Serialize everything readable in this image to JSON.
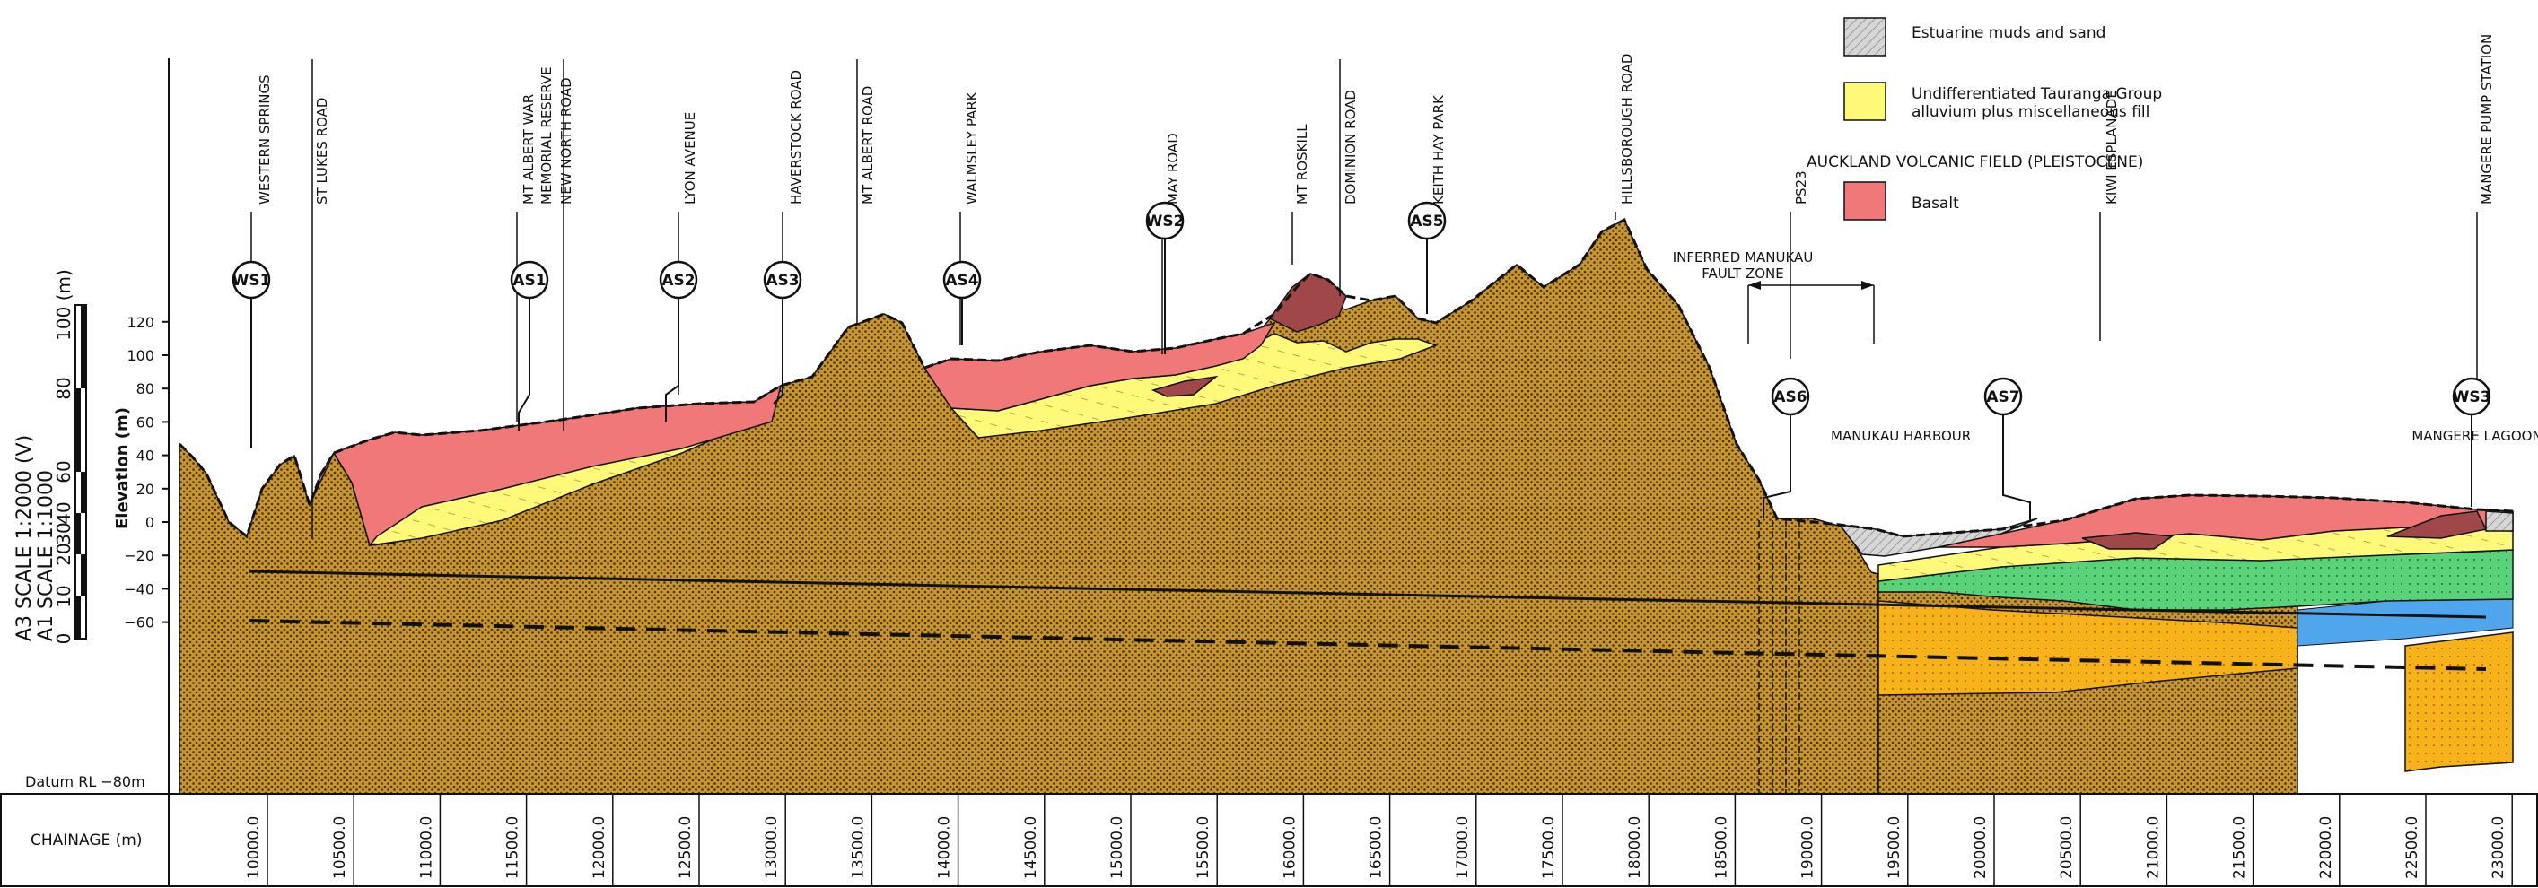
{
  "scale": {
    "a3": "A3 SCALE 1:2000 (V)",
    "a1": "A1 SCALE 1:1000",
    "bar_labels": [
      "0",
      "10",
      "20",
      "30",
      "40",
      "60",
      "80",
      "100 (m)"
    ]
  },
  "axis": {
    "ylabel": "Elevation (m)",
    "datum": "Datum   RL −80m",
    "chainage_label": "CHAINAGE (m)",
    "elev_ticks": [
      "120",
      "100",
      "80",
      "60",
      "40",
      "20",
      "0",
      "−20",
      "−40",
      "−60"
    ],
    "elev_values": [
      120,
      100,
      80,
      60,
      40,
      20,
      0,
      -20,
      -40,
      -60
    ],
    "chainage_ticks": [
      "10000.0",
      "10500.0",
      "11000.0",
      "11500.0",
      "12000.0",
      "12500.0",
      "13000.0",
      "13500.0",
      "14000.0",
      "14500.0",
      "15000.0",
      "15500.0",
      "16000.0",
      "16500.0",
      "17000.0",
      "17500.0",
      "18000.0",
      "18500.0",
      "19000.0",
      "19500.0",
      "20000.0",
      "20500.0",
      "21000.0",
      "21500.0",
      "22000.0",
      "22500.0",
      "23000.0"
    ]
  },
  "legend": {
    "items": [
      {
        "label": "Estuarine muds and sand",
        "color": "#d6d6d6"
      },
      {
        "label": "Undifferentiated Tauranga Group",
        "label2": "alluvium plus miscellaneous fill",
        "color": "#fff97a"
      },
      {
        "label": "Basalt",
        "color": "#f07878"
      }
    ],
    "avf_heading": "AUCKLAND VOLCANIC FIELD (PLEISTOCENE)"
  },
  "locations": [
    {
      "label": "WESTERN SPRINGS",
      "label2": ""
    },
    {
      "label": "ST LUKES ROAD",
      "label2": ""
    },
    {
      "label": "MT ALBERT WAR",
      "label2": "MEMORIAL RESERVE"
    },
    {
      "label": "NEW NORTH ROAD",
      "label2": ""
    },
    {
      "label": "LYON AVENUE",
      "label2": ""
    },
    {
      "label": "HAVERSTOCK ROAD",
      "label2": ""
    },
    {
      "label": "MT ALBERT ROAD",
      "label2": ""
    },
    {
      "label": "WALMSLEY PARK",
      "label2": ""
    },
    {
      "label": "MAY ROAD",
      "label2": ""
    },
    {
      "label": "MT ROSKILL",
      "label2": ""
    },
    {
      "label": "DOMINION ROAD",
      "label2": ""
    },
    {
      "label": "KEITH HAY PARK",
      "label2": ""
    },
    {
      "label": "HILLSBOROUGH ROAD",
      "label2": ""
    },
    {
      "label": "PS23",
      "label2": ""
    },
    {
      "label": "KIWI ESPLANADE",
      "label2": ""
    },
    {
      "label": "MANGERE PUMP STATION",
      "label2": ""
    }
  ],
  "shafts": [
    "WS1",
    "AS1",
    "AS2",
    "AS3",
    "AS4",
    "WS2",
    "AS5",
    "AS6",
    "AS7",
    "WS3"
  ],
  "annotations": {
    "fault_line1": "INFERRED MANUKAU",
    "fault_line2": "FAULT ZONE",
    "manukau": "MANUKAU HARBOUR",
    "mangere": "MANGERE LAGOON"
  },
  "colors": {
    "ecbf": "#c8962e",
    "basalt": "#f07878",
    "tauranga": "#fff97a",
    "estuarine": "#d6d6d6",
    "scoria": "#a0474a",
    "tuff": "#5ad27a",
    "orange": "#f7b21a",
    "blue": "#4fa6ec",
    "grid": "#888888"
  }
}
